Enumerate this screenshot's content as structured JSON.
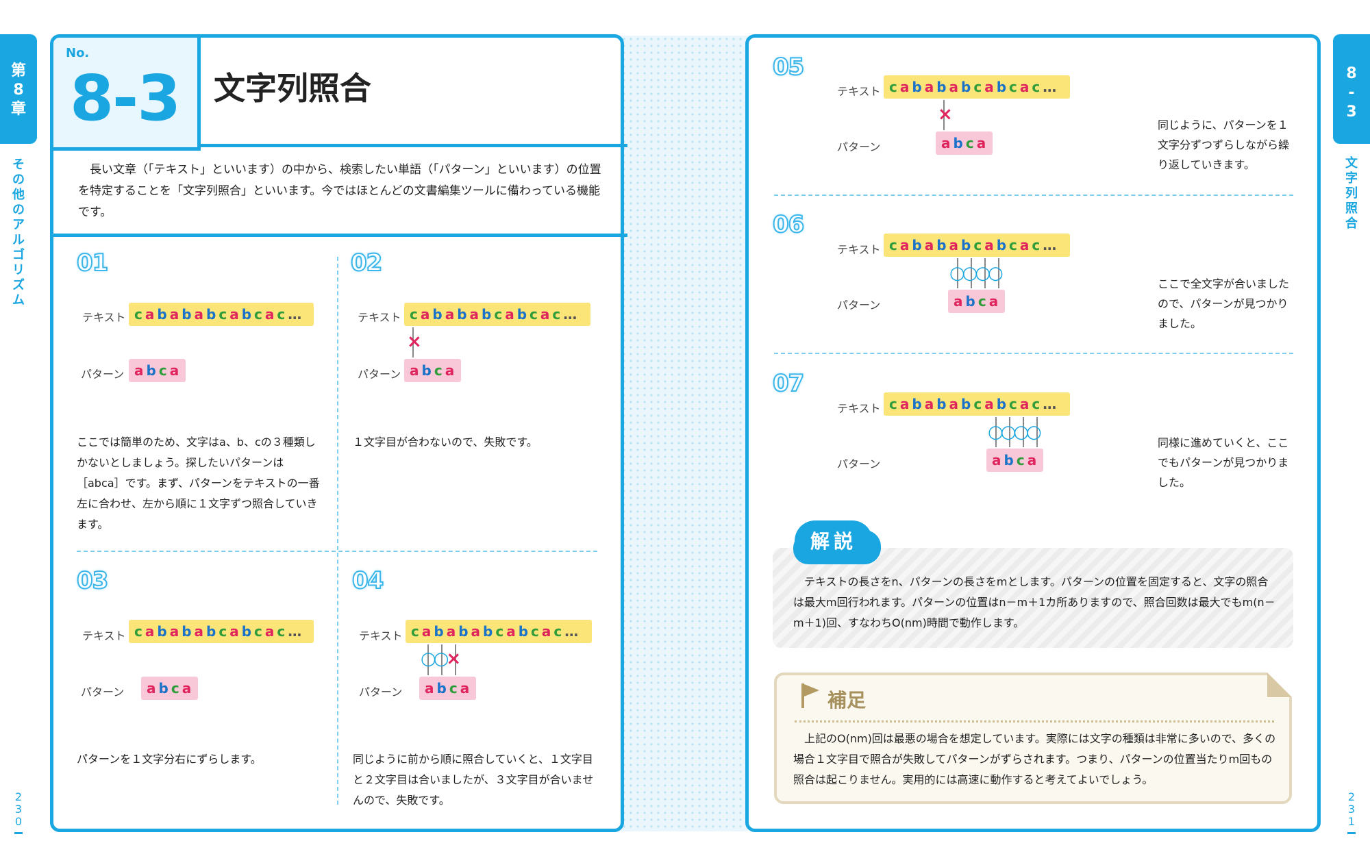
{
  "left_tab": {
    "chapter_label": "第8章",
    "chapter_title": "その他のアルゴリズム",
    "page_number": "230"
  },
  "right_tab": {
    "section_label": "8-3",
    "section_title": "文字列照合",
    "page_number": "231"
  },
  "header": {
    "no_label": "No.",
    "number": "8-3",
    "title": "文字列照合"
  },
  "intro": "長い文章（「テキスト」といいます）の中から、検索したい単語（「パターン」といいます）の位置を特定することを「文字列照合」といいます。今ではほとんどの文書編集ツールに備わっている機能です。",
  "labels": {
    "text": "テキスト",
    "pattern": "パターン"
  },
  "text_string": [
    "c",
    "a",
    "b",
    "a",
    "b",
    "a",
    "b",
    "c",
    "a",
    "b",
    "c",
    "a",
    "c",
    "…"
  ],
  "pattern_string": [
    "a",
    "b",
    "c",
    "a"
  ],
  "steps": [
    {
      "num": "01",
      "desc": "ここでは簡単のため、文字はa、b、cの３種類しかないとしましょう。探したいパターンは［abca］です。まず、パターンをテキストの一番左に合わせ、左から順に１文字ずつ照合していきます。",
      "marks": ""
    },
    {
      "num": "02",
      "desc": "１文字目が合わないので、失敗です。",
      "marks": "×"
    },
    {
      "num": "03",
      "desc": "パターンを１文字分右にずらします。",
      "marks": ""
    },
    {
      "num": "04",
      "desc": "同じように前から順に照合していくと、１文字目と２文字目は合いましたが、３文字目が合いませんので、失敗です。",
      "marks": "○○×"
    },
    {
      "num": "05",
      "desc": "同じように、パターンを１文字分ずつずらしながら繰り返していきます。",
      "marks": "×"
    },
    {
      "num": "06",
      "desc": "ここで全文字が合いましたので、パターンが見つかりました。",
      "marks": "○○○○"
    },
    {
      "num": "07",
      "desc": "同様に進めていくと、ここでもパターンが見つかりました。",
      "marks": "○○○○"
    }
  ],
  "explanation": {
    "title": "解説",
    "body": "テキストの長さをn、パターンの長さをmとします。パターンの位置を固定すると、文字の照合は最大m回行われます。パターンの位置はn－m＋1カ所ありますので、照合回数は最大でもm(n－m＋1)回、すなわちO(nm)時間で動作します。"
  },
  "supplement": {
    "title": "補足",
    "body": "上記のO(nm)回は最悪の場合を想定しています。実際には文字の種類は非常に多いので、多くの場合１文字目で照合が失敗してパターンがずらされます。つまり、パターンの位置当たりm回もの照合は起こりません。実用的には高速に動作すると考えてよいでしょう。"
  },
  "colors": {
    "accent": "#1aa6e0",
    "text_strip": "#fbe478",
    "pattern_strip": "#f8c7d8",
    "char_a": "#e0245e",
    "char_b": "#1a73c9",
    "char_c": "#2f9d3a",
    "mismatch": "#e0245e"
  }
}
